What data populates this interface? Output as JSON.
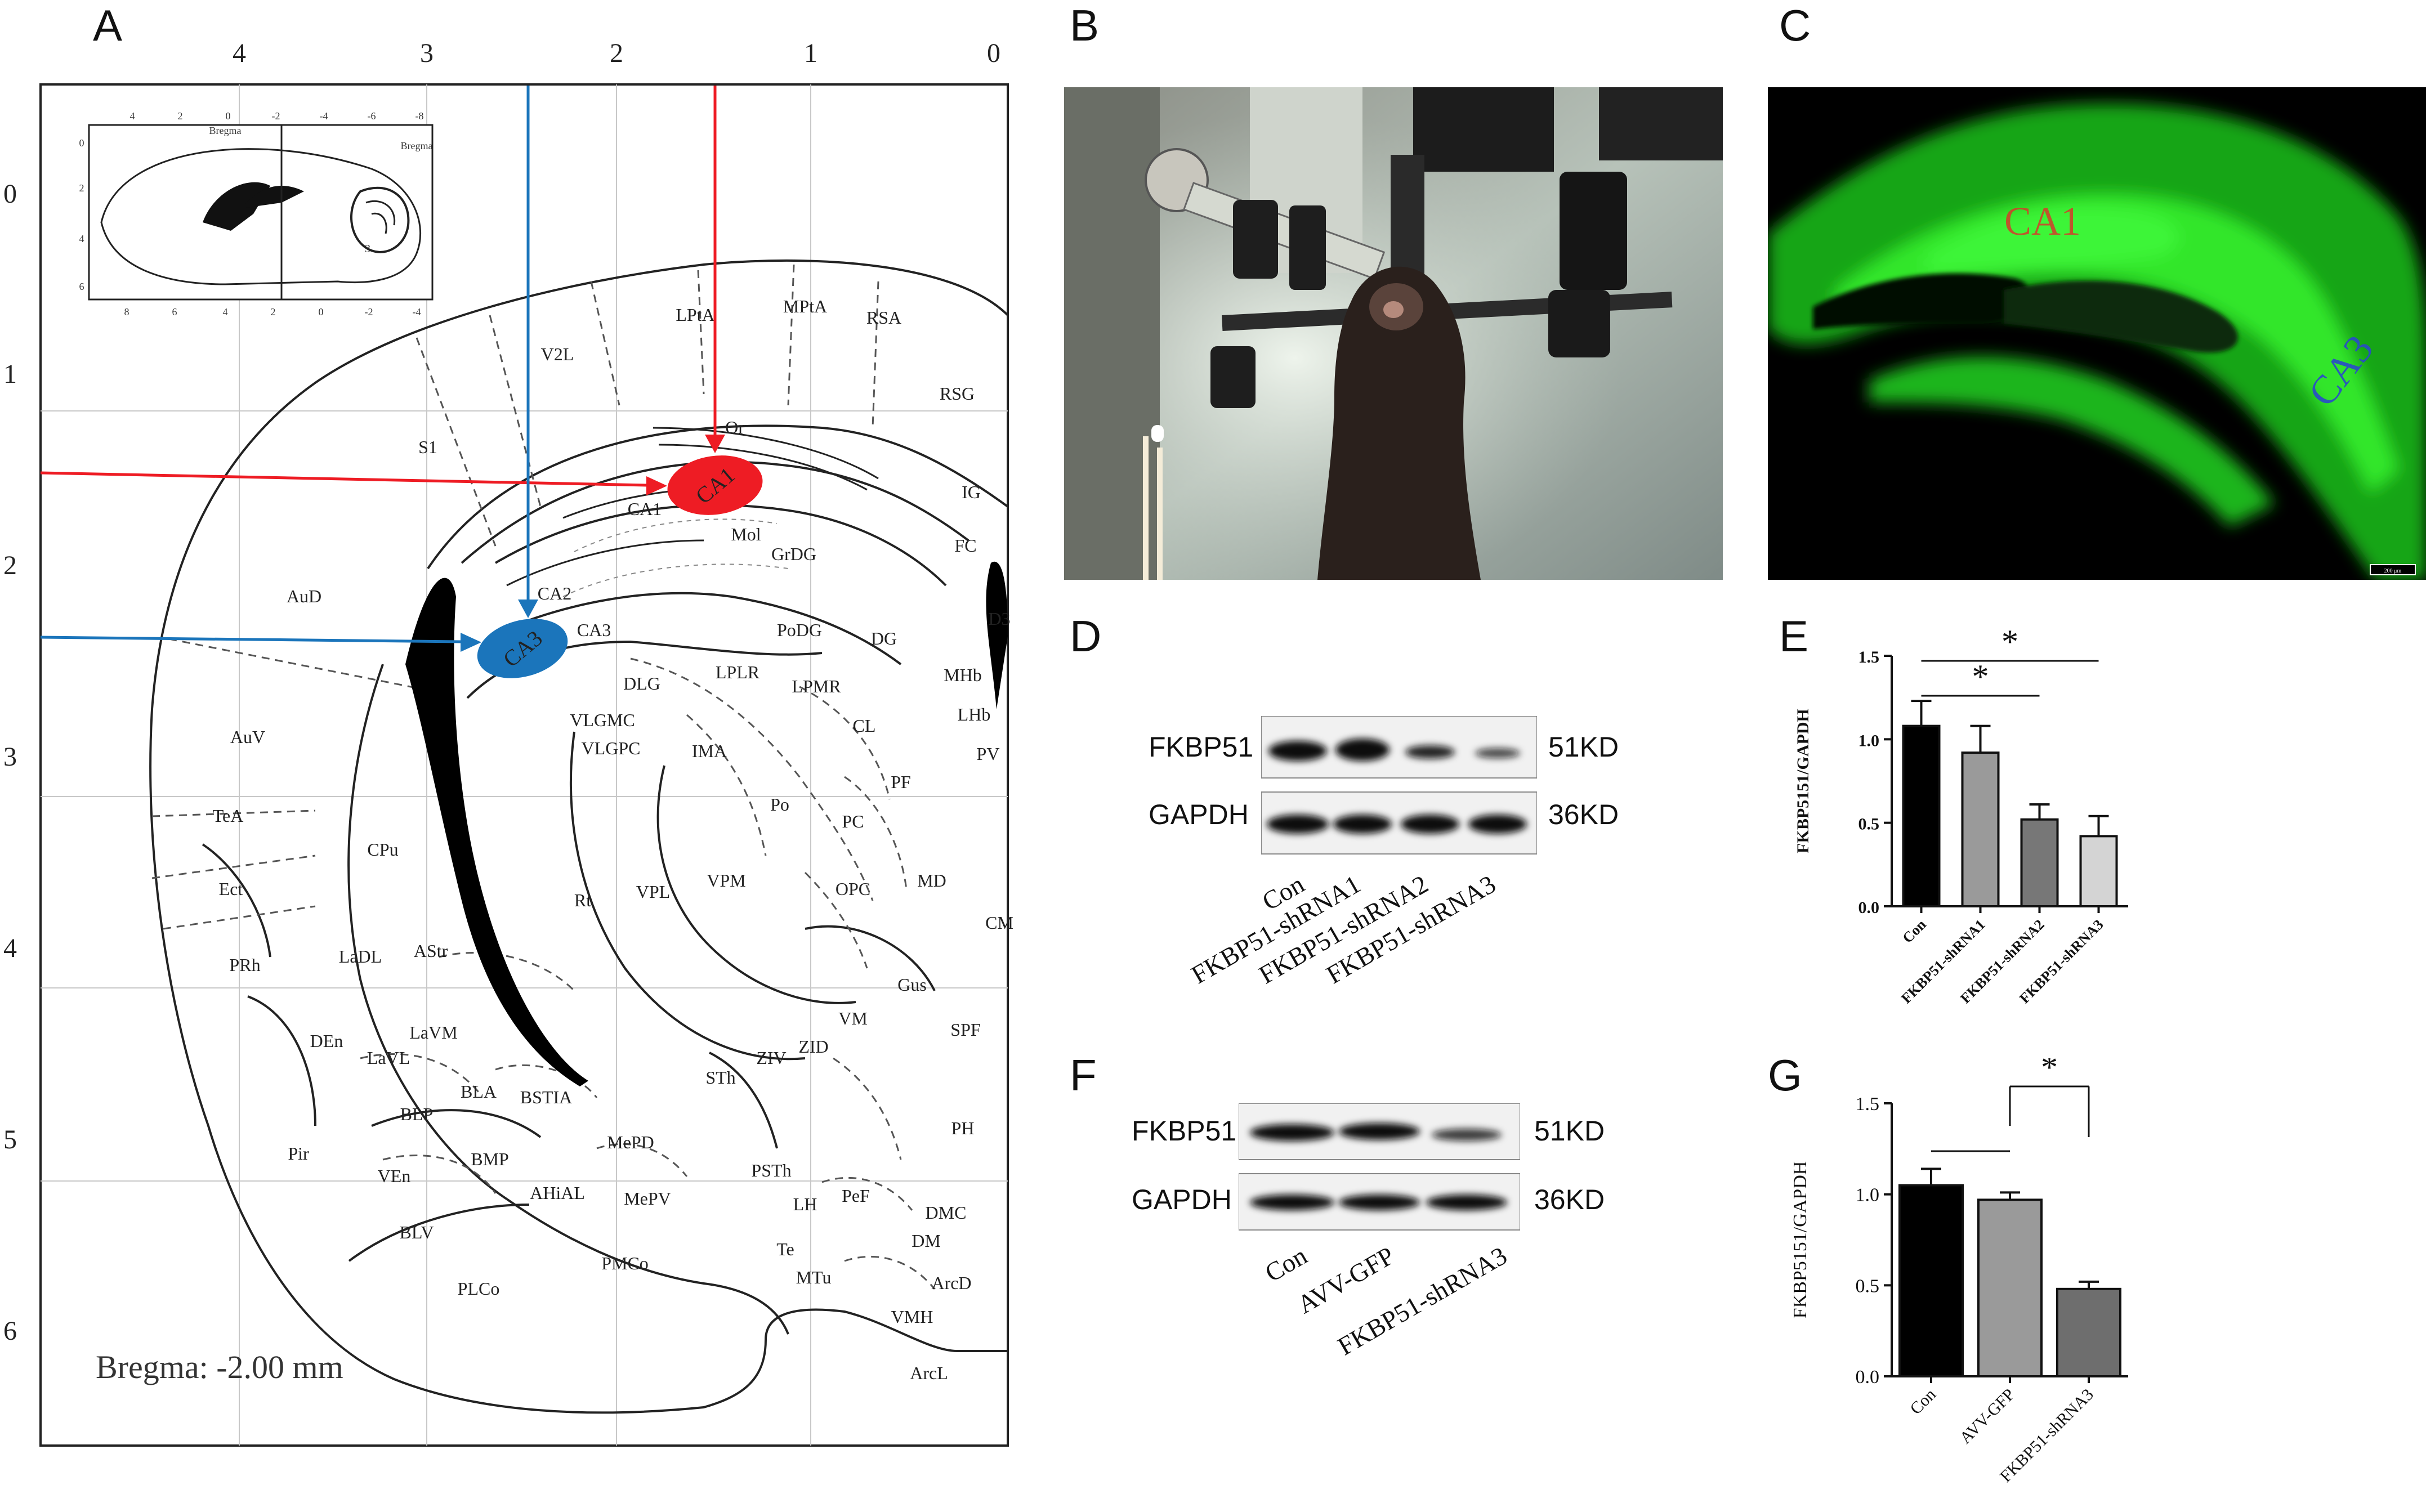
{
  "panels": {
    "A": {
      "letter": "A",
      "top_ticks": [
        "4",
        "3",
        "2",
        "1",
        "0"
      ],
      "side_ticks": [
        "0",
        "1",
        "2",
        "3",
        "4",
        "5",
        "6"
      ],
      "inset_top_ticks": [
        "4",
        "2",
        "0",
        "-2",
        "-4",
        "-6",
        "-8"
      ],
      "inset_bottom_ticks": [
        "8",
        "6",
        "4",
        "2",
        "0",
        "-2",
        "-4"
      ],
      "inset_side_ticks": [
        "0",
        "2",
        "4",
        "6"
      ],
      "inset_bregma": "Bregma",
      "inset_label3": "3",
      "bregma": "Bregma: -2.00 mm",
      "region_labels": [
        "LPtA",
        "MPtA",
        "RSA",
        "V2L",
        "RSG",
        "S1",
        "IG",
        "FC",
        "AuD",
        "AuV",
        "TeA",
        "Ect",
        "PRh",
        "Pir",
        "DEn",
        "LaDL",
        "LaVL",
        "LaVM",
        "AStr",
        "CPu",
        "BLA",
        "BLP",
        "BMP",
        "BSTIA",
        "AHiAL",
        "MePD",
        "MePV",
        "VEn",
        "BLV",
        "PLCo",
        "PMCo",
        "Mol",
        "GrDG",
        "PoDG",
        "DG",
        "DLG",
        "LPLR",
        "LPMR",
        "MHb",
        "LHb",
        "CL",
        "PF",
        "PV",
        "IMA",
        "Po",
        "PC",
        "VLGMC",
        "VLGPC",
        "Rt",
        "VPL",
        "VPM",
        "OPC",
        "MD",
        "Gus",
        "VM",
        "ZID",
        "ZIV",
        "STh",
        "PSTh",
        "LH",
        "PeF",
        "PH",
        "DMC",
        "DM",
        "Te",
        "MTu",
        "ArcD",
        "VMH",
        "ArcL",
        "SPF",
        "CM",
        "D3",
        "Or",
        "CA2"
      ],
      "ca1_label": "CA1",
      "ca1_side_label": "CA1",
      "ca3_label": "CA3",
      "ca3_side_label": "CA3",
      "colors": {
        "ca1": "#ee1c24",
        "ca3": "#1b75bb"
      }
    },
    "B": {
      "letter": "B"
    },
    "C": {
      "letter": "C",
      "ca1": "CA1",
      "ca3": "CA3",
      "scale": "200 μm",
      "colors": {
        "stain": "#22d71f",
        "ca1": "#d43d2a",
        "ca3": "#2a4bc9"
      }
    },
    "D": {
      "letter": "D",
      "rows": [
        {
          "name": "FKBP51",
          "kd": "51KD"
        },
        {
          "name": "GAPDH",
          "kd": "36KD"
        }
      ],
      "lanes": [
        "Con",
        "FKBP51-shRNA1",
        "FKBP51-shRNA2",
        "FKBP51-shRNA3"
      ]
    },
    "E": {
      "letter": "E"
    },
    "F": {
      "letter": "F",
      "rows": [
        {
          "name": "FKBP51",
          "kd": "51KD"
        },
        {
          "name": "GAPDH",
          "kd": "36KD"
        }
      ],
      "lanes": [
        "Con",
        "AVV-GFP",
        "FKBP51-shRNA3"
      ]
    },
    "G": {
      "letter": "G"
    }
  },
  "chart_data": [
    {
      "id": "E",
      "type": "bar",
      "categories": [
        "Con",
        "FKBP51-shRNA1",
        "FKBP51-shRNA2",
        "FKBP51-shRNA3"
      ],
      "values": [
        1.08,
        0.92,
        0.52,
        0.42
      ],
      "errors": [
        0.15,
        0.16,
        0.09,
        0.12
      ],
      "colors": [
        "#000000",
        "#9a9a9a",
        "#777777",
        "#d4d4d4"
      ],
      "ylabel": "FKBP5151/GAPDH",
      "ylim": [
        0,
        1.5
      ],
      "yticks": [
        "0.0",
        "0.5",
        "1.0",
        "1.5"
      ],
      "significance": [
        {
          "from": 0,
          "to": 2,
          "label": "*"
        },
        {
          "from": 0,
          "to": 3,
          "label": "*"
        }
      ]
    },
    {
      "id": "G",
      "type": "bar",
      "categories": [
        "Con",
        "AVV-GFP",
        "FKBP51-shRNA3"
      ],
      "values": [
        1.05,
        0.97,
        0.48
      ],
      "errors": [
        0.09,
        0.04,
        0.04
      ],
      "colors": [
        "#000000",
        "#9a9a9a",
        "#6e6e6e"
      ],
      "ylabel": "FKBP5151/GAPDH",
      "ylim": [
        0,
        1.5
      ],
      "yticks": [
        "0.0",
        "0.5",
        "1.0",
        "1.5"
      ],
      "significance": [
        {
          "from": 0,
          "to": 1,
          "label": ""
        },
        {
          "from": 1,
          "to": 2,
          "label": "*",
          "bracket": true
        }
      ]
    }
  ]
}
